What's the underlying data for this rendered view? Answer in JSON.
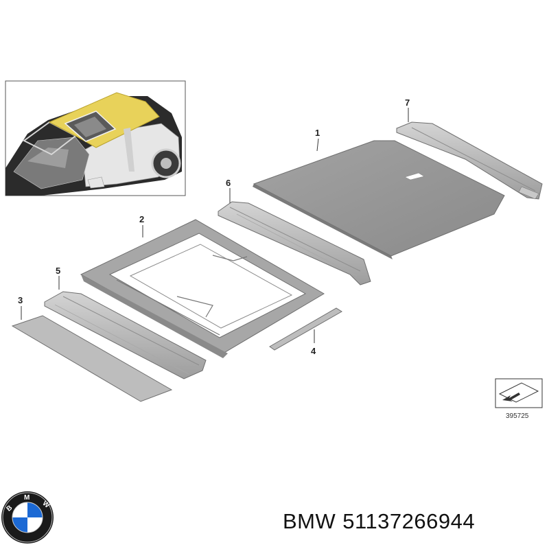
{
  "callouts": [
    "1",
    "2",
    "3",
    "4",
    "5",
    "6",
    "7"
  ],
  "reference_code": "395725",
  "brand": {
    "logo_letters": "BMW",
    "name": "BMW",
    "part_number": "51137266944"
  },
  "colors": {
    "panel_fill": "#9a9a9a",
    "panel_light": "#bdbdbd",
    "highlight_yellow": "#e8d25a",
    "car_white": "#e6e6e6",
    "logo_blue": "#1c69d4",
    "logo_ring": "#1a1a1a"
  }
}
